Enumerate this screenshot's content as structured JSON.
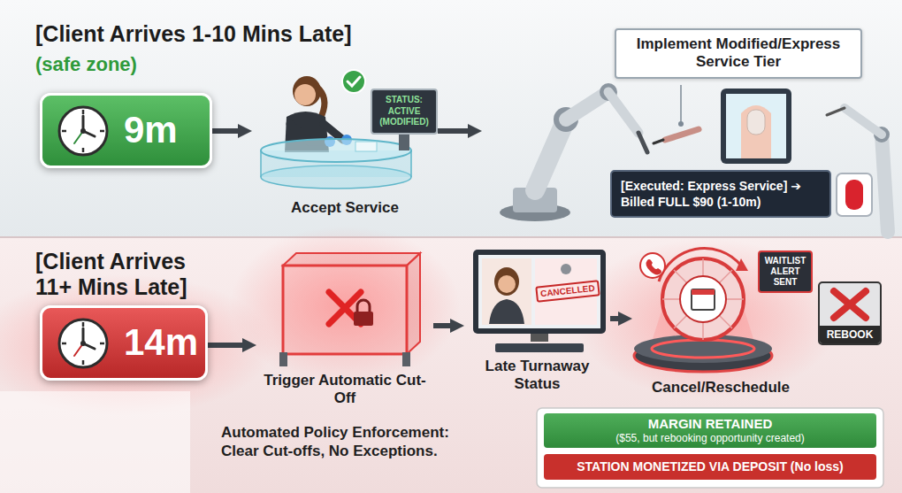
{
  "diagram": {
    "nodes": [
      {
        "text": [
          "9m"
        ]
      },
      {
        "text": [
          "Accept Service"
        ]
      },
      {
        "text": [
          "STATUS: ACTIVE (MODIFIED)"
        ],
        "in": 1
      },
      {
        "text": [
          "Implement Modified/Express Service Tier"
        ]
      },
      {
        "text": [
          "[Executed: Express Service] ➔ Billed FULL $90 (1-10m)"
        ],
        "in": 3
      },
      {
        "text": [
          "14m"
        ]
      },
      {
        "text": [
          "Trigger Automatic Cut-Off"
        ]
      },
      {
        "text": [
          "Late Turnaway Status"
        ]
      },
      {
        "text": [
          "CANCELLED"
        ],
        "in": 7
      },
      {
        "text": [
          "Cancel/Reschedule"
        ]
      },
      {
        "text": [
          "WAITLIST ALERT SENT"
        ],
        "in": 9
      },
      {
        "text": [
          "REBOOK"
        ]
      },
      {
        "text": [
          "MARGIN RETAINED",
          "($55, but rebooking opportunity created)"
        ]
      },
      {
        "text": [
          "STATION MONETIZED VIA DEPOSIT (No loss)"
        ]
      }
    ],
    "edges": [
      {
        "from": 0,
        "to": 1,
        "arrow": "to"
      },
      {
        "from": 1,
        "to": 3,
        "arrow": "to"
      },
      {
        "from": 5,
        "to": 6,
        "arrow": "to"
      },
      {
        "from": 6,
        "to": 7,
        "arrow": "to"
      },
      {
        "from": 7,
        "to": 9,
        "arrow": "to"
      }
    ],
    "labels": [
      "[Client Arrives 1-10 Mins Late]",
      "(safe zone)",
      "[Client Arrives 11+ Mins Late]",
      "Automated Policy Enforcement: Clear Cut-offs, No Exceptions."
    ]
  }
}
